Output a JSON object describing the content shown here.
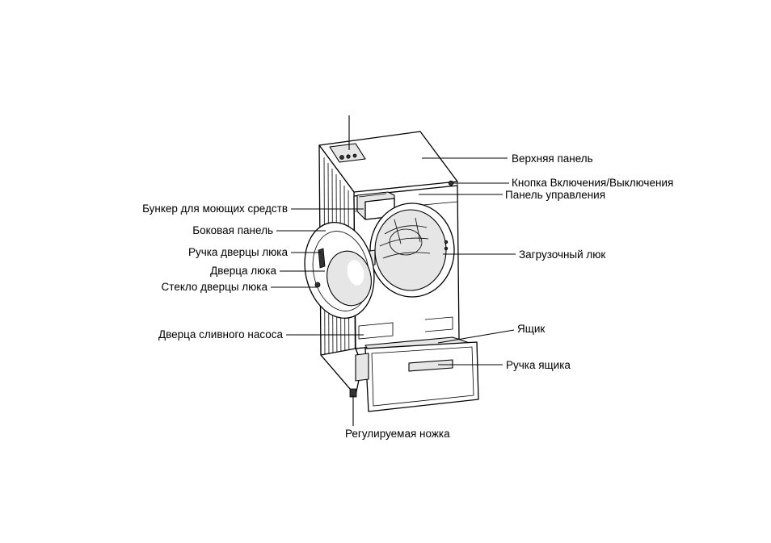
{
  "labels": {
    "top_panel": "Верхняя панель",
    "power_button": "Кнопка Включения/Выключения",
    "control_panel": "Панель управления",
    "detergent_drawer": "Бункер для моющих средств",
    "side_panel": "Боковая панель",
    "door_handle": "Ручка дверцы люка",
    "door": "Дверца люка",
    "door_glass": "Стекло дверцы люка",
    "loading_hatch": "Загрузочный люк",
    "pump_door": "Дверца сливного насоса",
    "drawer": "Ящик",
    "drawer_handle": "Ручка ящика",
    "adjustable_foot": "Регулируемая ножка"
  }
}
